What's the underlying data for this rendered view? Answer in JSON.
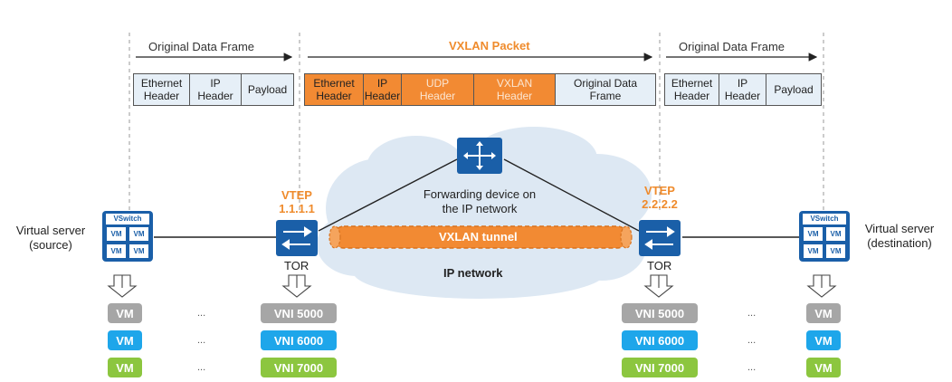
{
  "headers": {
    "left": "Original Data Frame",
    "middle": "VXLAN Packet",
    "right": "Original Data Frame"
  },
  "frames": {
    "left": [
      "Ethernet\nHeader",
      "IP\nHeader",
      "Payload"
    ],
    "middle": [
      "Ethernet\nHeader",
      "IP\nHeader",
      "UDP\nHeader",
      "VXLAN\nHeader",
      "Original  Data\nFrame"
    ],
    "right": [
      "Ethernet\nHeader",
      "IP\nHeader",
      "Payload"
    ]
  },
  "network": {
    "forwarding_device": "Forwarding device on\nthe IP network",
    "tunnel": "VXLAN tunnel",
    "ip_network": "IP network",
    "vtep_left": "VTEP\n1.1.1.1",
    "vtep_right": "VTEP\n2.2.2.2",
    "tor_left": "TOR",
    "tor_right": "TOR"
  },
  "servers": {
    "source": "Virtual server\n(source)",
    "destination": "Virtual server\n(destination)",
    "vswitch": "VSwitch",
    "vm_icon": "VM"
  },
  "vm_lists": {
    "left": [
      "VM",
      "VM",
      "VM"
    ],
    "right": [
      "VM",
      "VM",
      "VM"
    ]
  },
  "vni_lists": {
    "left": [
      "VNI 5000",
      "VNI 6000",
      "VNI 7000"
    ],
    "right": [
      "VNI 5000",
      "VNI 6000",
      "VNI 7000"
    ]
  },
  "ellipsis": "...",
  "colors": {
    "orange": "#f28a33",
    "light_blue": "#e6eff7",
    "device_blue": "#1a5fa8",
    "gray": "#a6a6a6",
    "cyan": "#1ea6ea",
    "green": "#8cc63f"
  },
  "icons": [
    "router-icon",
    "switch-icon",
    "vswitch-server-icon",
    "down-arrow-icon"
  ]
}
